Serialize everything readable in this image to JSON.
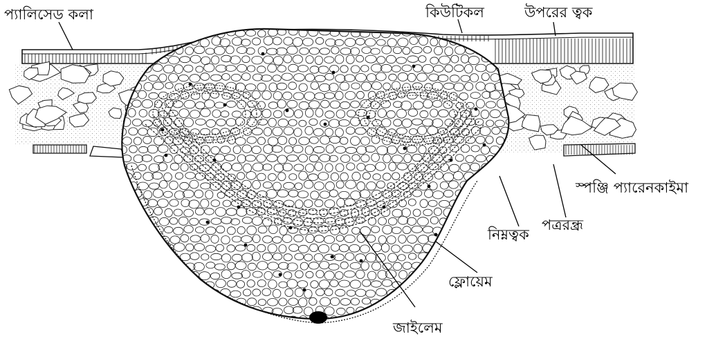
{
  "diagram": {
    "labels": {
      "palisade": "প্যালিসেড কলা",
      "cuticle": "কিউটিকল",
      "upper_epidermis": "উপরের ত্বক",
      "spongy": "স্পঞ্জি প্যারেনকাইমা",
      "stomata": "পত্ররন্ধ্র",
      "lower_epidermis": "নিম্নত্বক",
      "phloem": "ফ্লোয়েম",
      "xylem": "জাইলেম"
    }
  }
}
